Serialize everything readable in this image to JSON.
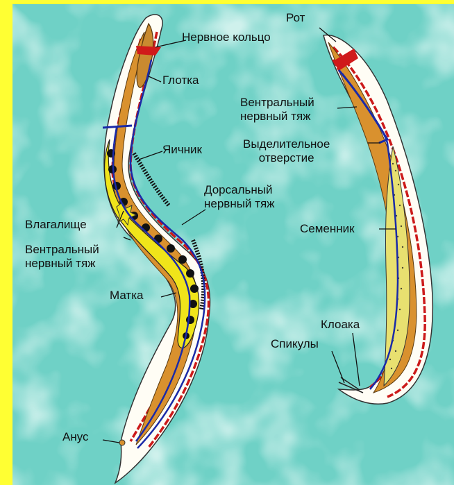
{
  "colors": {
    "frame": "#ffff33",
    "background": "#79d6cc",
    "cuticle": "#fffdf4",
    "muscle_stripe": "#d01a1a",
    "gut": "#d9912e",
    "nerve": "#1a2aa8",
    "ovary": "#f2e81a",
    "egg": "#111111"
  },
  "female_labels": {
    "nerve_ring": "Нервное кольцо",
    "pharynx": "Глотка",
    "ovary": "Яичник",
    "dorsal_cord": [
      "Дорсальный",
      "нервный тяж"
    ],
    "vagina": "Влагалище",
    "ventral_cord": [
      "Вентральный",
      "нервный тяж"
    ],
    "uterus": "Матка",
    "anus": "Анус"
  },
  "male_labels": {
    "mouth": "Рот",
    "ventral_cord": [
      "Вентральный",
      "нервный тяж"
    ],
    "excretory_pore": [
      "Выделительное",
      "отверстие"
    ],
    "testis": "Семенник",
    "cloaca": "Клоака",
    "spicules": "Спикулы"
  }
}
